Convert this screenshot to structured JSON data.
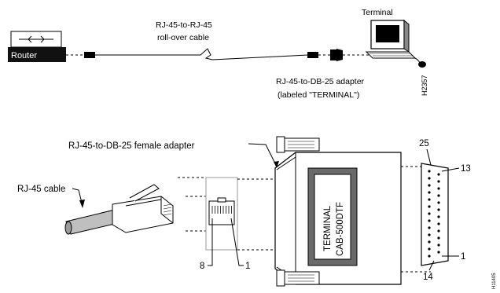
{
  "top": {
    "router_label": "Router",
    "cable_label_line1": "RJ-45-to-RJ-45",
    "cable_label_line2": "roll-over cable",
    "terminal_label": "Terminal",
    "adapter_label_line1": "RJ-45-to-DB-25 adapter",
    "adapter_label_line2": "(labeled \"TERMINAL\")",
    "figure_id_top": "H2357"
  },
  "bottom": {
    "adapter_title": "RJ-45-to-DB-25 female adapter",
    "cable_label": "RJ-45 cable",
    "adapter_text_line1": "TERMINAL",
    "adapter_text_line2": "CAB-500DTF",
    "pin_8": "8",
    "pin_1_jack": "1",
    "pin_25": "25",
    "pin_13": "13",
    "pin_1_db": "1",
    "pin_14": "14",
    "figure_id_bottom": "H11405"
  }
}
